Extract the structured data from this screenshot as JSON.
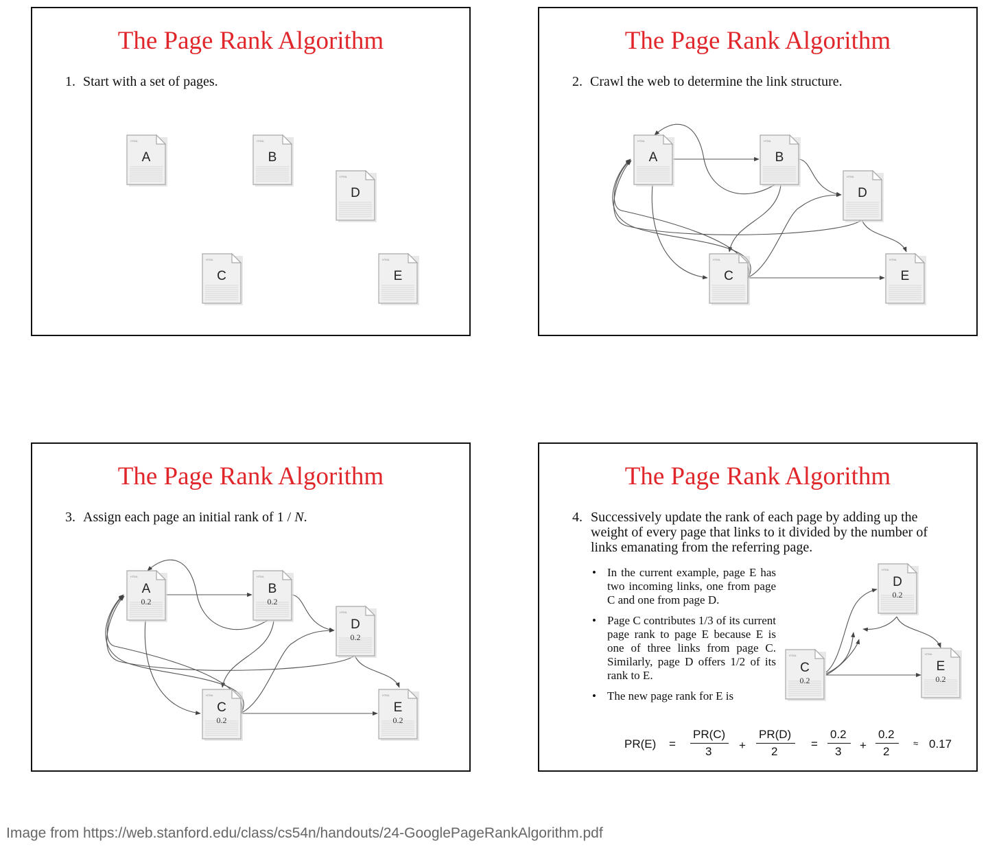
{
  "slides": [
    {
      "title": "The Page Rank Algorithm",
      "step_num": "1.",
      "step_text": "Start with a set of pages.",
      "pages": [
        {
          "label": "A",
          "tag": "HTML"
        },
        {
          "label": "B",
          "tag": "HTML"
        },
        {
          "label": "D",
          "tag": "HTML"
        },
        {
          "label": "C",
          "tag": "HTML"
        },
        {
          "label": "E",
          "tag": "HTML"
        }
      ]
    },
    {
      "title": "The Page Rank Algorithm",
      "step_num": "2.",
      "step_text": "Crawl the web to determine the link structure.",
      "pages": [
        {
          "label": "A",
          "tag": "HTML"
        },
        {
          "label": "B",
          "tag": "HTML"
        },
        {
          "label": "D",
          "tag": "HTML"
        },
        {
          "label": "C",
          "tag": "HTML"
        },
        {
          "label": "E",
          "tag": "HTML"
        }
      ]
    },
    {
      "title": "The Page Rank Algorithm",
      "step_num": "3.",
      "step_text_prefix": "Assign each page an initial rank of 1 / ",
      "step_text_var": "N",
      "step_text_suffix": ".",
      "pages": [
        {
          "label": "A",
          "rank": "0.2",
          "tag": "HTML"
        },
        {
          "label": "B",
          "rank": "0.2",
          "tag": "HTML"
        },
        {
          "label": "D",
          "rank": "0.2",
          "tag": "HTML"
        },
        {
          "label": "C",
          "rank": "0.2",
          "tag": "HTML"
        },
        {
          "label": "E",
          "rank": "0.2",
          "tag": "HTML"
        }
      ]
    },
    {
      "title": "The Page Rank Algorithm",
      "step_num": "4.",
      "step_text": "Successively update the rank of each page by adding up the weight of every page that links to it divided by the number of links emanating from the referring page.",
      "bullets": [
        "In the current example, page E has two incoming links, one from page C and one from page D.",
        "Page C contributes 1/3 of its current page rank to page E because E is one of three links from page C.  Similarly, page D offers 1/2 of its rank to E.",
        "The new page rank for E is"
      ],
      "bullet_symbol": "•",
      "pages": [
        {
          "label": "D",
          "rank": "0.2",
          "tag": "HTML"
        },
        {
          "label": "C",
          "rank": "0.2",
          "tag": "HTML"
        },
        {
          "label": "E",
          "rank": "0.2",
          "tag": "HTML"
        }
      ],
      "formula": {
        "lhs": "PR(E)",
        "eq1": "=",
        "num1": "PR(C)",
        "den1": "3",
        "plus1": "+",
        "num2": "PR(D)",
        "den2": "2",
        "eq2": "=",
        "num3": "0.2",
        "den3": "3",
        "plus2": "+",
        "num4": "0.2",
        "den4": "2",
        "approx": "≈",
        "result": "0.17"
      }
    }
  ],
  "caption": "Image from https://web.stanford.edu/class/cs54n/handouts/24-GooglePageRankAlgorithm.pdf"
}
